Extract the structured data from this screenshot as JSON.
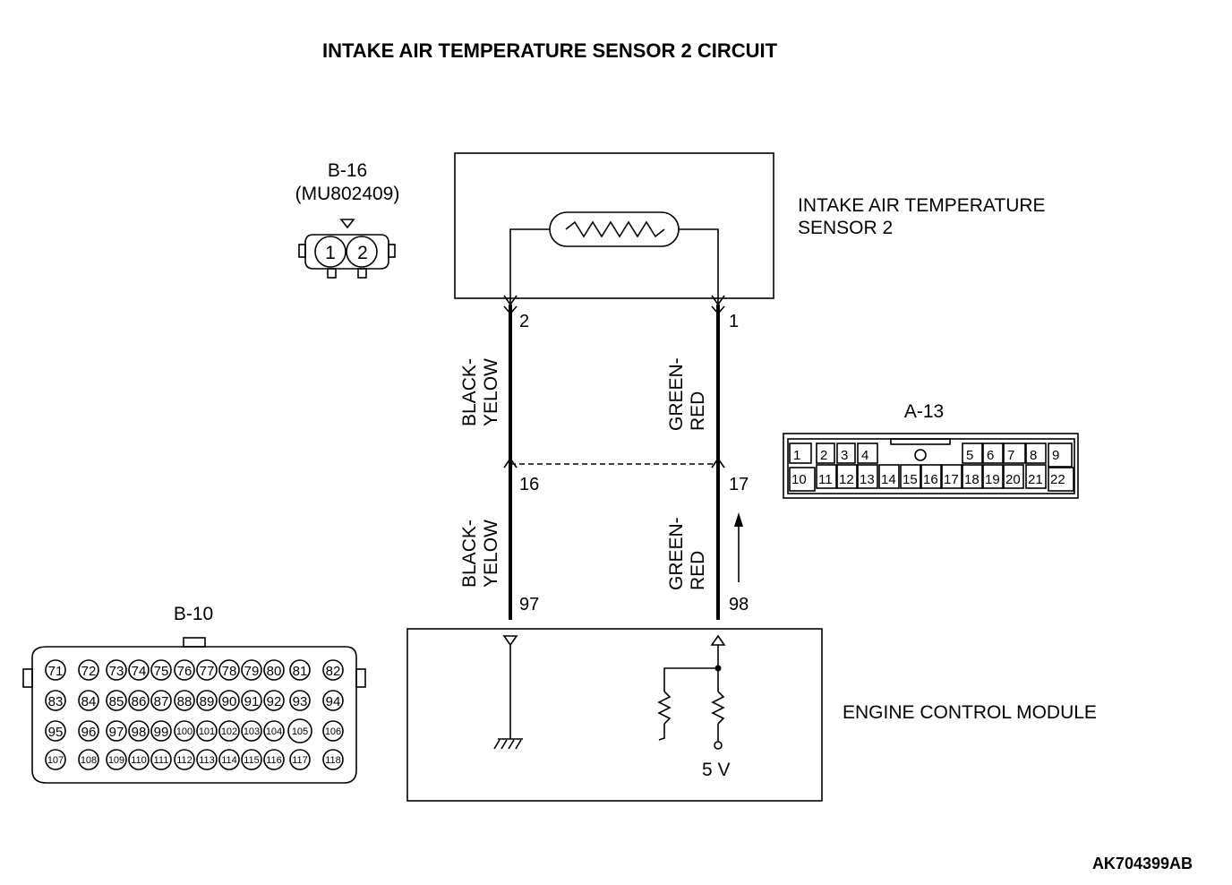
{
  "title": "INTAKE AIR TEMPERATURE SENSOR 2 CIRCUIT",
  "sensor": {
    "label_line1": "INTAKE AIR TEMPERATURE",
    "label_line2": "SENSOR 2"
  },
  "ecm": {
    "label": "ENGINE CONTROL MODULE",
    "voltage": "5 V"
  },
  "connector_b16": {
    "id": "B-16",
    "part": "(MU802409)",
    "pins": [
      "1",
      "2"
    ]
  },
  "connector_a13": {
    "id": "A-13",
    "row1": [
      "1",
      "2",
      "3",
      "4",
      "5",
      "6",
      "7",
      "8",
      "9"
    ],
    "row2": [
      "10",
      "11",
      "12",
      "13",
      "14",
      "15",
      "16",
      "17",
      "18",
      "19",
      "20",
      "21",
      "22"
    ]
  },
  "connector_b10": {
    "id": "B-10",
    "row1": [
      "71",
      "72",
      "73",
      "74",
      "75",
      "76",
      "77",
      "78",
      "79",
      "80",
      "81",
      "82"
    ],
    "row2": [
      "83",
      "84",
      "85",
      "86",
      "87",
      "88",
      "89",
      "90",
      "91",
      "92",
      "93",
      "94"
    ],
    "row3": [
      "95",
      "96",
      "97",
      "98",
      "99",
      "100",
      "101",
      "102",
      "103",
      "104",
      "105",
      "106"
    ],
    "row4": [
      "107",
      "108",
      "109",
      "110",
      "111",
      "112",
      "113",
      "114",
      "115",
      "116",
      "117",
      "118"
    ]
  },
  "wires": {
    "left": {
      "color_upper": [
        "BLACK-",
        "YELOW"
      ],
      "color_lower": [
        "BLACK-",
        "YELOW"
      ],
      "pin_sensor": "2",
      "pin_junction": "16",
      "pin_ecm": "97"
    },
    "right": {
      "color_upper": [
        "GREEN-",
        "RED"
      ],
      "color_lower": [
        "GREEN-",
        "RED"
      ],
      "pin_sensor": "1",
      "pin_junction": "17",
      "pin_ecm": "98"
    }
  },
  "figure_code": "AK704399AB"
}
